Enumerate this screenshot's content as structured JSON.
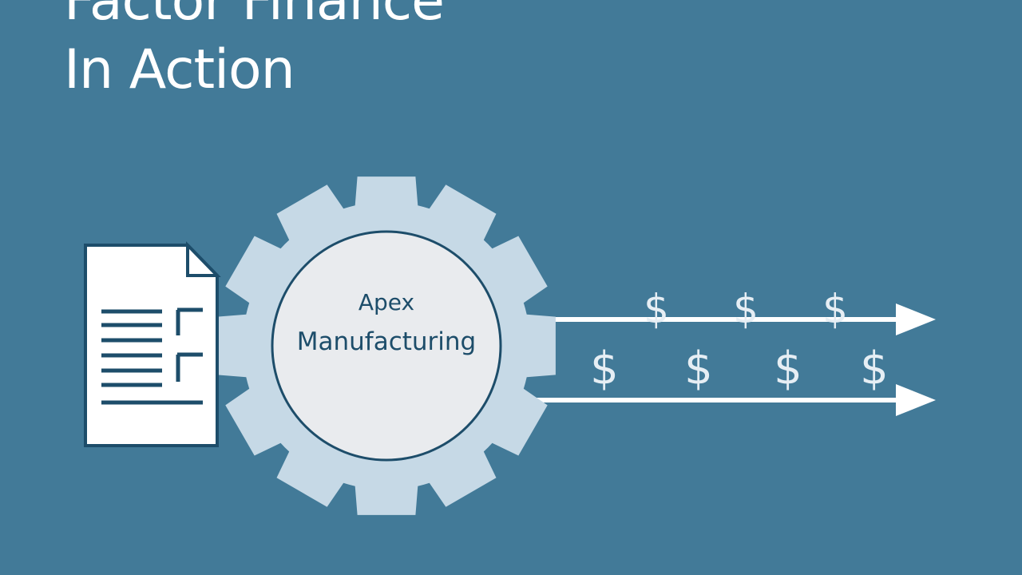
{
  "title": {
    "line1": "Factor Finance",
    "line2": "In Action"
  },
  "diagram": {
    "company_label_line1": "Apex",
    "company_label_line2": "Manufacturing",
    "currency_symbol": "$",
    "icons": [
      "invoice-document-icon",
      "gear-icon",
      "dollar-icon",
      "arrow-right-icon"
    ]
  },
  "colors": {
    "background": "#427a98",
    "gear": "#c6d9e6",
    "hub": "#e9ebee",
    "dark_navy": "#1d4d6a",
    "white": "#ffffff"
  }
}
